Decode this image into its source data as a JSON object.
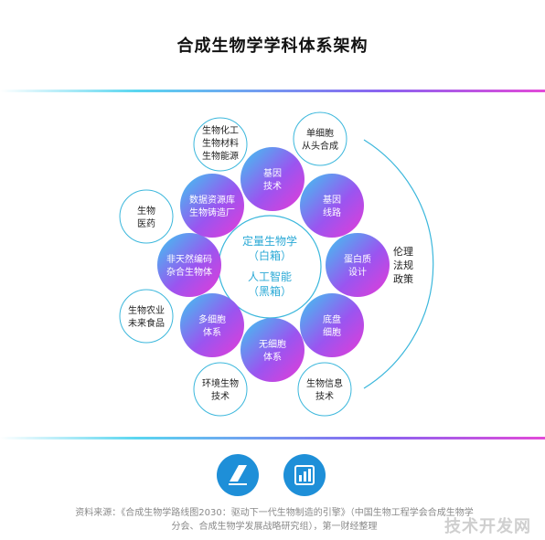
{
  "title": "合成生物学学科体系架构",
  "center": {
    "line1": "定量生物学",
    "line2": "（白箱）",
    "line3": "人工智能",
    "line4": "（黑箱）"
  },
  "ring_nodes": [
    {
      "id": "ring-gene-tech",
      "lines": [
        "基因",
        "技术"
      ]
    },
    {
      "id": "ring-gene-circuit",
      "lines": [
        "基因",
        "线路"
      ]
    },
    {
      "id": "ring-protein-design",
      "lines": [
        "蛋白质",
        "设计"
      ]
    },
    {
      "id": "ring-chassis-cell",
      "lines": [
        "底盘",
        "细胞"
      ]
    },
    {
      "id": "ring-cell-free",
      "lines": [
        "无细胞",
        "体系"
      ]
    },
    {
      "id": "ring-multicell",
      "lines": [
        "多细胞",
        "体系"
      ]
    },
    {
      "id": "ring-non-natural",
      "lines": [
        "非天然编码",
        "杂合生物体"
      ]
    },
    {
      "id": "ring-data-resource",
      "lines": [
        "数据资源库",
        "生物铸造厂"
      ]
    }
  ],
  "app_nodes": [
    {
      "id": "app-single-cell",
      "lines": [
        "单细胞",
        "从头合成"
      ]
    },
    {
      "id": "app-chem-materials",
      "lines": [
        "生物化工",
        "生物材料",
        "生物能源"
      ]
    },
    {
      "id": "app-medicine",
      "lines": [
        "生物",
        "医药"
      ]
    },
    {
      "id": "app-agriculture",
      "lines": [
        "生物农业",
        "未来食品"
      ]
    },
    {
      "id": "app-environment",
      "lines": [
        "环境生物",
        "技术"
      ]
    },
    {
      "id": "app-info-tech",
      "lines": [
        "生物信息",
        "技术"
      ]
    }
  ],
  "policy": [
    "伦理",
    "法规",
    "政策"
  ],
  "source": {
    "line1": "资料来源：《合成生物学路线图2030：驱动下一代生物制造的引擎》（中国生物工程学会合成生物学",
    "line2": "分会、合成生物学发展战略研究组），第一财经整理"
  },
  "watermark": "技术开发网",
  "colors": {
    "cyan": "#3cc8f0",
    "purple": "#9a55f0",
    "magenta": "#e63bd6",
    "outline": "#3bb7dc"
  }
}
